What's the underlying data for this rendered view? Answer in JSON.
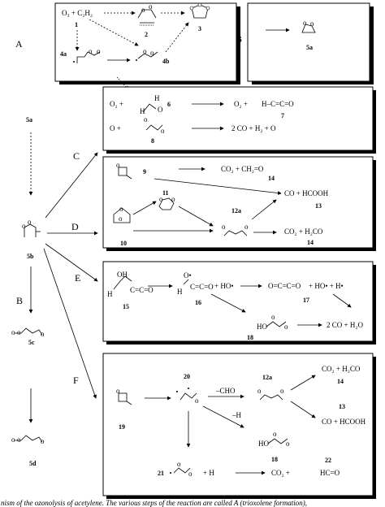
{
  "section_letters": {
    "A": "A",
    "B_top": "B",
    "C": "C",
    "D": "D",
    "E": "E",
    "B_left": "B",
    "F": "F"
  },
  "box_a": {
    "reactants": "O₃ + C₂H₂",
    "label_1": "1",
    "label_2": "2",
    "label_3": "3",
    "label_4a": "4a",
    "label_4b": "4b"
  },
  "box_b": {
    "label_5a": "5a"
  },
  "left_column": {
    "label_5a": "5a",
    "label_5b": "5b",
    "label_5c": "5c",
    "label_5d": "5d"
  },
  "box_c": {
    "row1_left": "O₂ +",
    "row1_num": "6",
    "row1_right": "O₂ +",
    "row1_product": "H–C=C=O",
    "row1_num2": "7",
    "row2_left": "O +",
    "row2_num": "8",
    "row2_right": "2 CO + H₂ + O"
  },
  "box_d": {
    "n9": "9",
    "p1": "CO₂ + CH₂=O",
    "n14a": "14",
    "n11": "11",
    "p2": "CO + HCOOH",
    "n13": "13",
    "n12a": "12a",
    "p3": "CO₂ + H₂CO",
    "n14b": "14",
    "n10": "10"
  },
  "box_e": {
    "n15": "15",
    "n16": "16",
    "plus1": "+ HO•",
    "p1": "O=C=C=O",
    "plus2": "+ HO• + H•",
    "n17": "17",
    "n18": "18",
    "p2": "2 CO + H₂O"
  },
  "box_f": {
    "n20": "20",
    "cho": "–CHO",
    "n12a": "12a",
    "p1": "CO₂ + H₂CO",
    "n14": "14",
    "n13": "13",
    "p2": "CO + HCOOH",
    "minusH": "–H",
    "n19": "19",
    "n18": "18",
    "n21": "21",
    "plusH": "+ H",
    "p3": "CO₂ +",
    "hco": "HC=O",
    "n22": "22"
  },
  "caption": "nism of the ozonolysis of acetylene. The various steps of the reaction are called A (trioxolene formation),"
}
